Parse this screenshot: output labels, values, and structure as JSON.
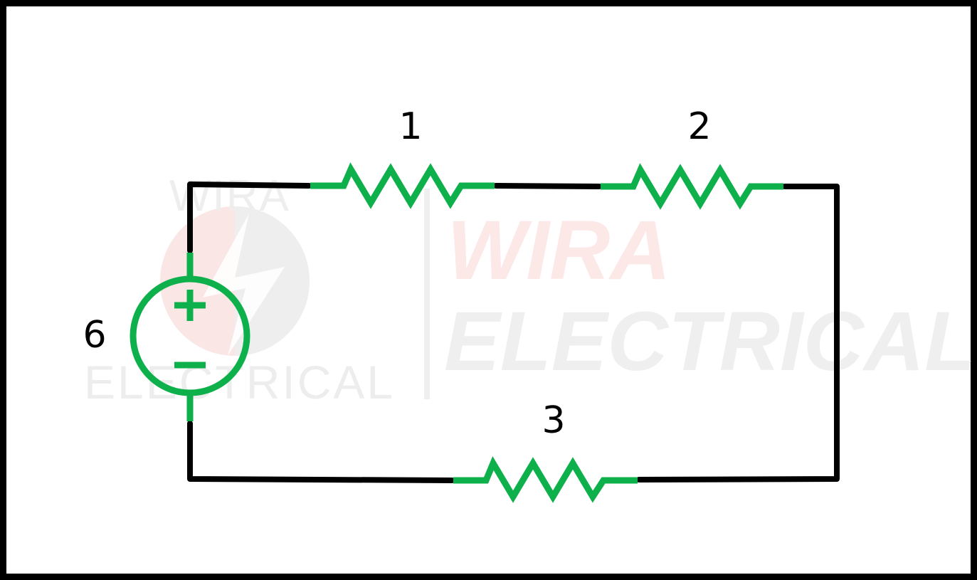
{
  "diagram": {
    "type": "circuit-schematic",
    "components": [
      {
        "id": "source",
        "kind": "voltage-source",
        "label": "6",
        "plus": "+",
        "minus": "−"
      },
      {
        "id": "r1",
        "kind": "resistor",
        "label": "1",
        "position": "top-left"
      },
      {
        "id": "r2",
        "kind": "resistor",
        "label": "2",
        "position": "top-right"
      },
      {
        "id": "r3",
        "kind": "resistor",
        "label": "3",
        "position": "bottom"
      }
    ],
    "colors": {
      "component": "#0db04b",
      "wire": "#000000",
      "border": "#000000",
      "watermark_red": "#fbe3e3",
      "watermark_gray": "#ededed"
    }
  },
  "watermark": {
    "small_top": "WIRA",
    "small_bottom": "ELECTRICAL",
    "large_top": "WIRA",
    "large_bottom": "ELECTRICAL"
  }
}
